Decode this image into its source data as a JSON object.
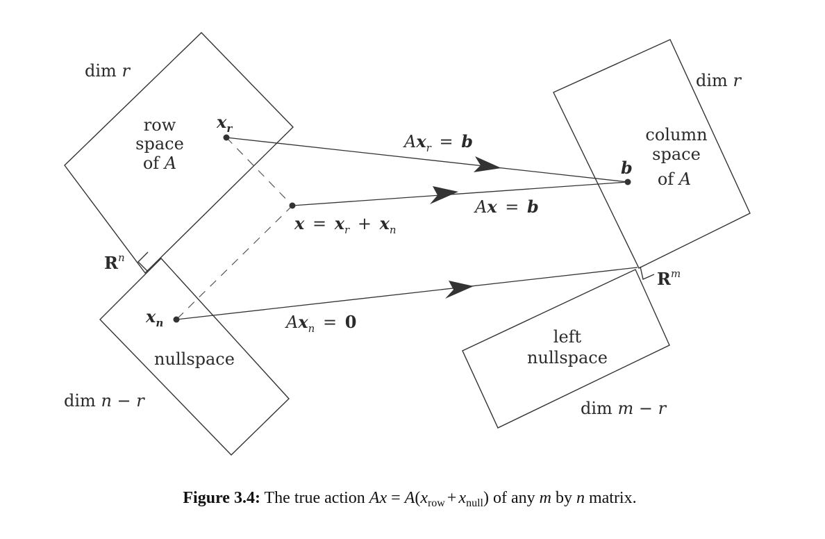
{
  "colors": {
    "ink": "#333333",
    "text": "#2a2a2a",
    "background": "#ffffff"
  },
  "left": {
    "row_space": {
      "dim_prefix": "dim",
      "dim_var": "r",
      "label_lines": [
        "row",
        "space",
        "of"
      ],
      "label_var": "A"
    },
    "nullspace": {
      "label": "nullspace",
      "dim_prefix": "dim",
      "dim_expr": "n − r"
    },
    "space_symbol": "R",
    "space_exp": "n"
  },
  "right": {
    "column_space": {
      "dim_prefix": "dim",
      "dim_var": "r",
      "label_lines": [
        "column",
        "space",
        "of"
      ],
      "label_var": "A"
    },
    "left_nullspace": {
      "label_lines": [
        "left",
        "nullspace"
      ],
      "dim_prefix": "dim",
      "dim_expr": "m − r"
    },
    "space_symbol": "R",
    "space_exp": "m"
  },
  "points": {
    "x_r": {
      "base": "x",
      "sub": "r"
    },
    "x_n": {
      "base": "x",
      "sub": "n"
    },
    "x": {
      "lhs": "x",
      "eq": "=",
      "t1": "x",
      "t1_sub": "r",
      "plus": "+",
      "t2": "x",
      "t2_sub": "n"
    },
    "b": "b"
  },
  "arrows": {
    "row_to_b": {
      "A": "A",
      "x": "x",
      "sub": "r",
      "eq": "=",
      "rhs": "b"
    },
    "x_to_b": {
      "A": "A",
      "x": "x",
      "eq": "=",
      "rhs": "b"
    },
    "null_to_zero": {
      "A": "A",
      "x": "x",
      "sub": "n",
      "eq": "=",
      "rhs": "0"
    }
  },
  "caption": {
    "figure_label": "Figure 3.4:",
    "text_before": "The true action",
    "eq_lhs": "Ax",
    "eq_sign": "=",
    "eq_A": "A",
    "open_paren": "(",
    "x1": "x",
    "sub1": "row",
    "plus": "+",
    "x2": "x",
    "sub2": "null",
    "close_paren": ")",
    "text_mid": "of any",
    "var_m": "m",
    "text_by": "by",
    "var_n": "n",
    "text_end": "matrix."
  }
}
